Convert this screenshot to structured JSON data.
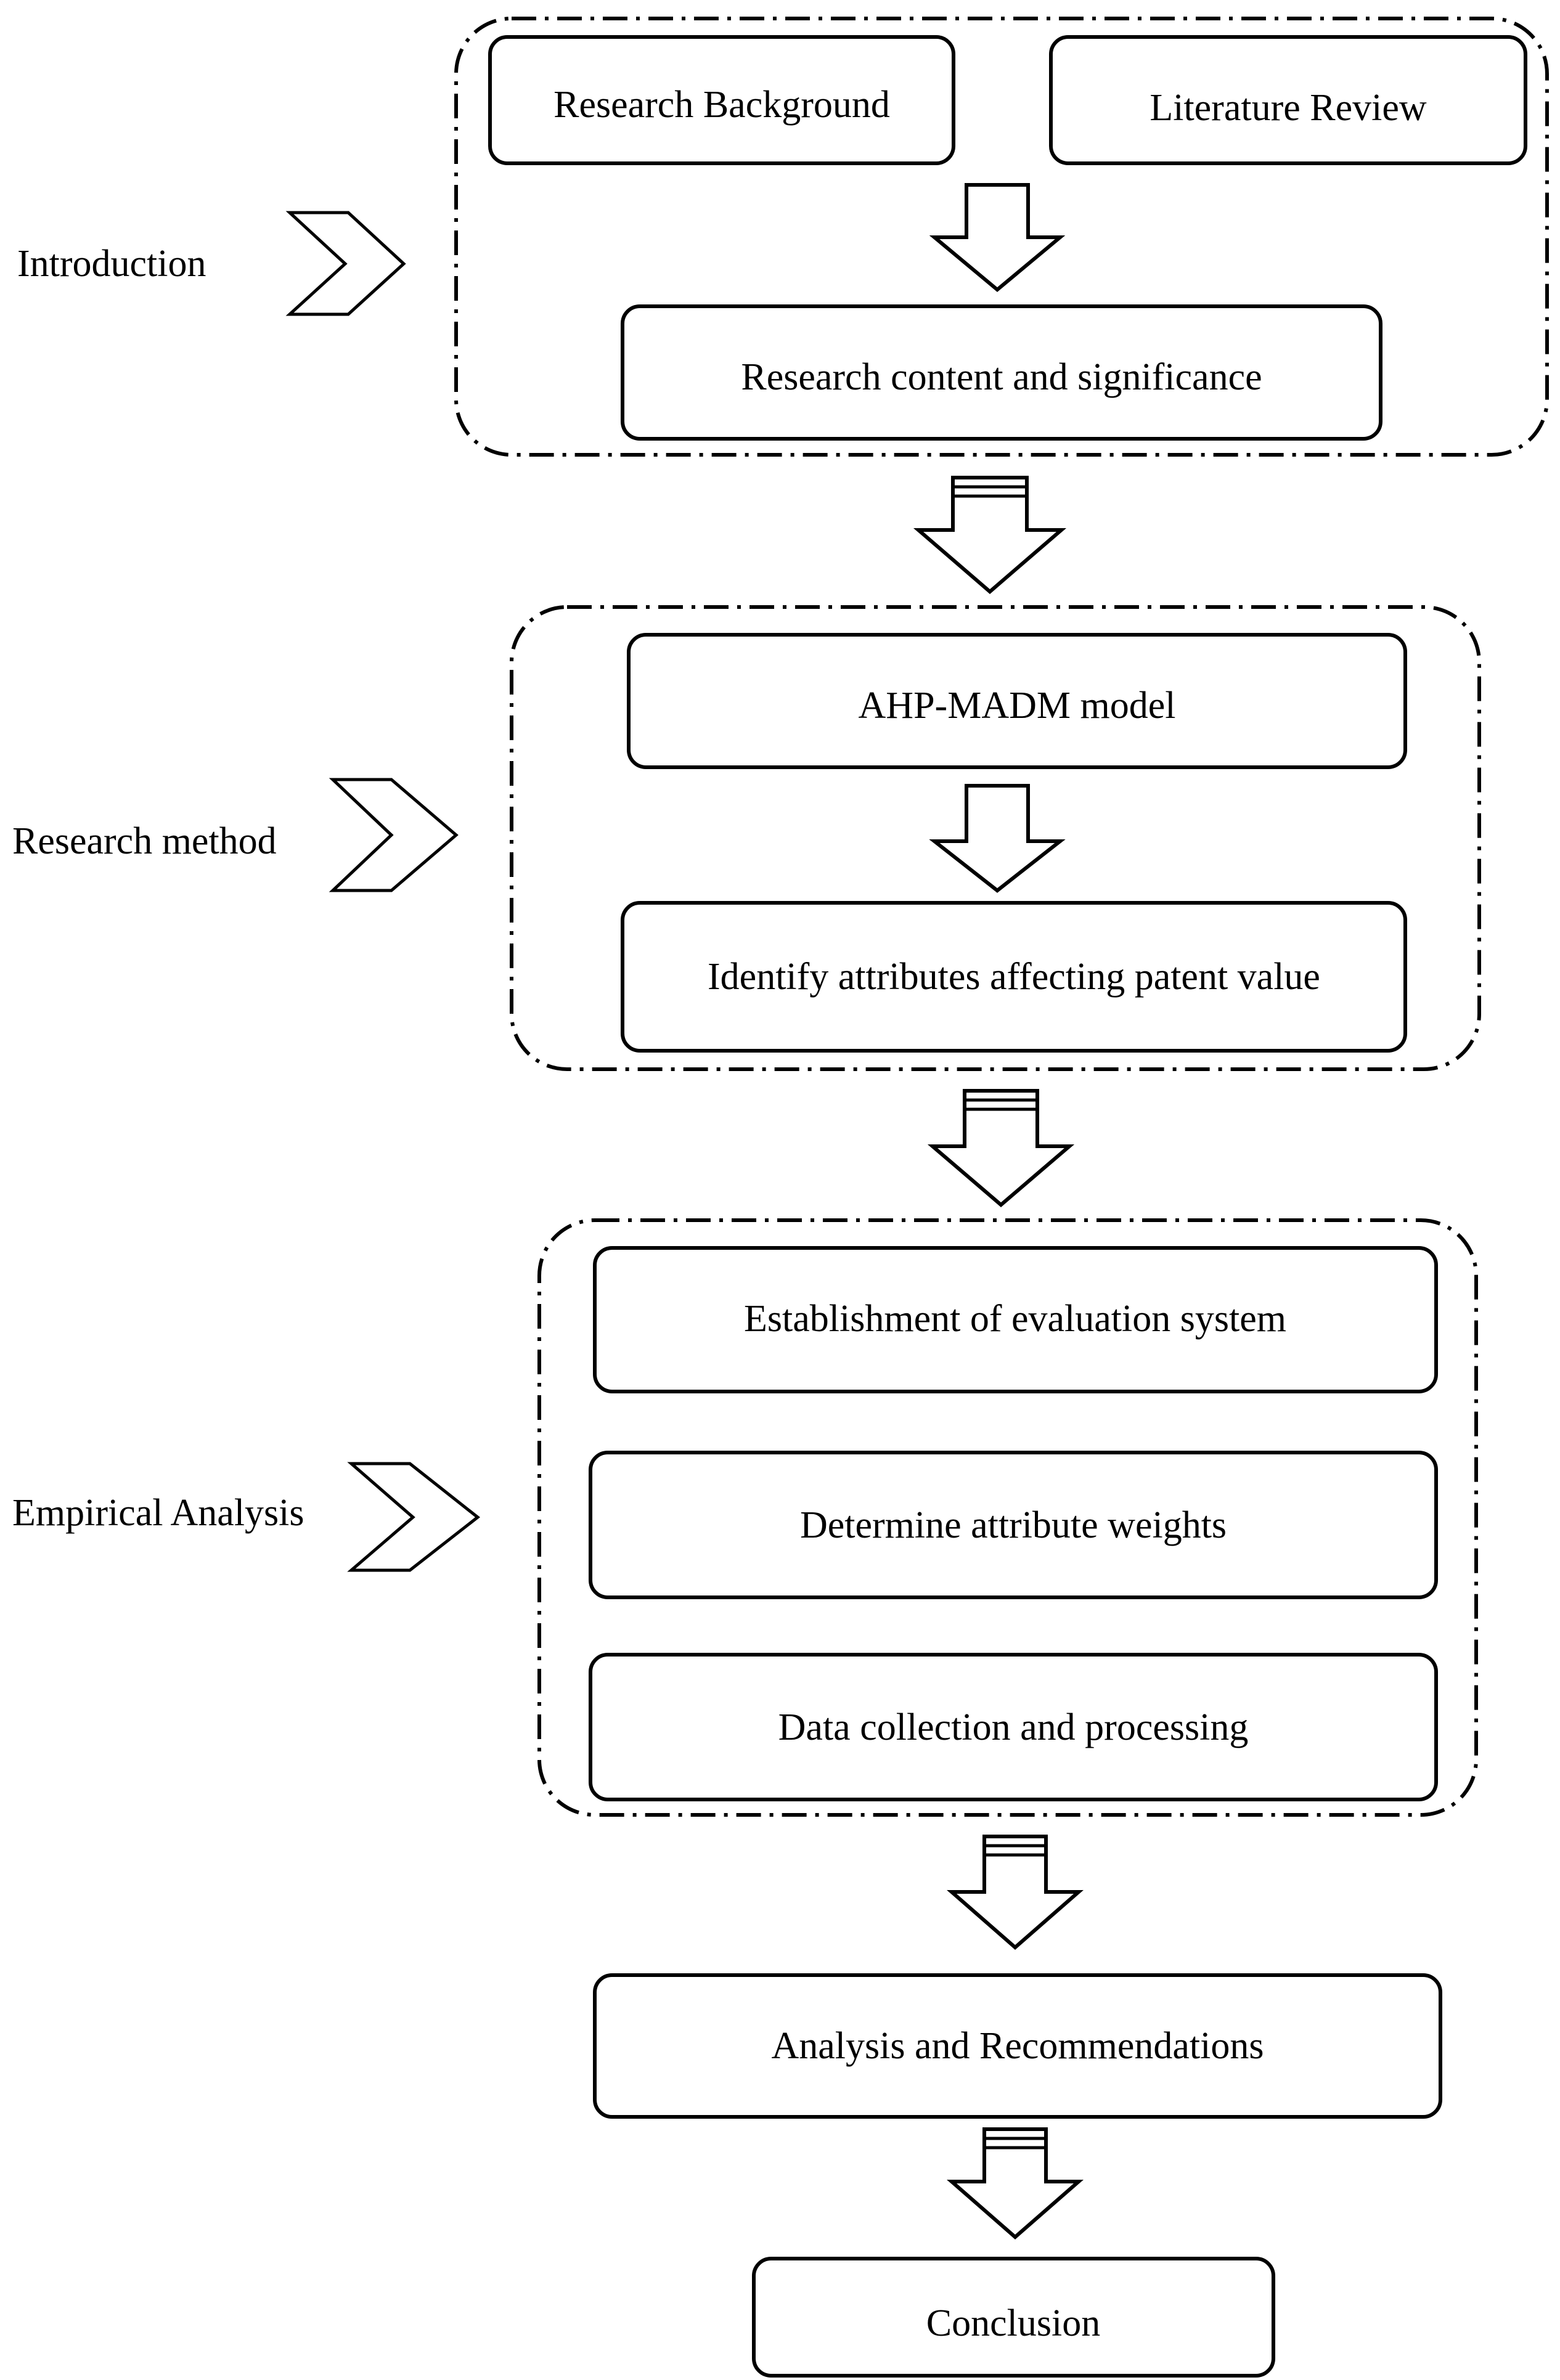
{
  "sections": {
    "introduction": "Introduction",
    "research_method": "Research method",
    "empirical_analysis": "Empirical Analysis"
  },
  "nodes": {
    "research_background": "Research Background",
    "literature_review": "Literature Review",
    "research_content": "Research content and significance",
    "ahp_madm_model": "AHP-MADM model",
    "identify_attributes": "Identify attributes affecting patent value",
    "establishment_evaluation": "Establishment of evaluation system",
    "determine_weights": "Determine attribute weights",
    "data_collection": "Data collection and processing",
    "analysis_recommendations": "Analysis and Recommendations",
    "conclusion": "Conclusion"
  }
}
